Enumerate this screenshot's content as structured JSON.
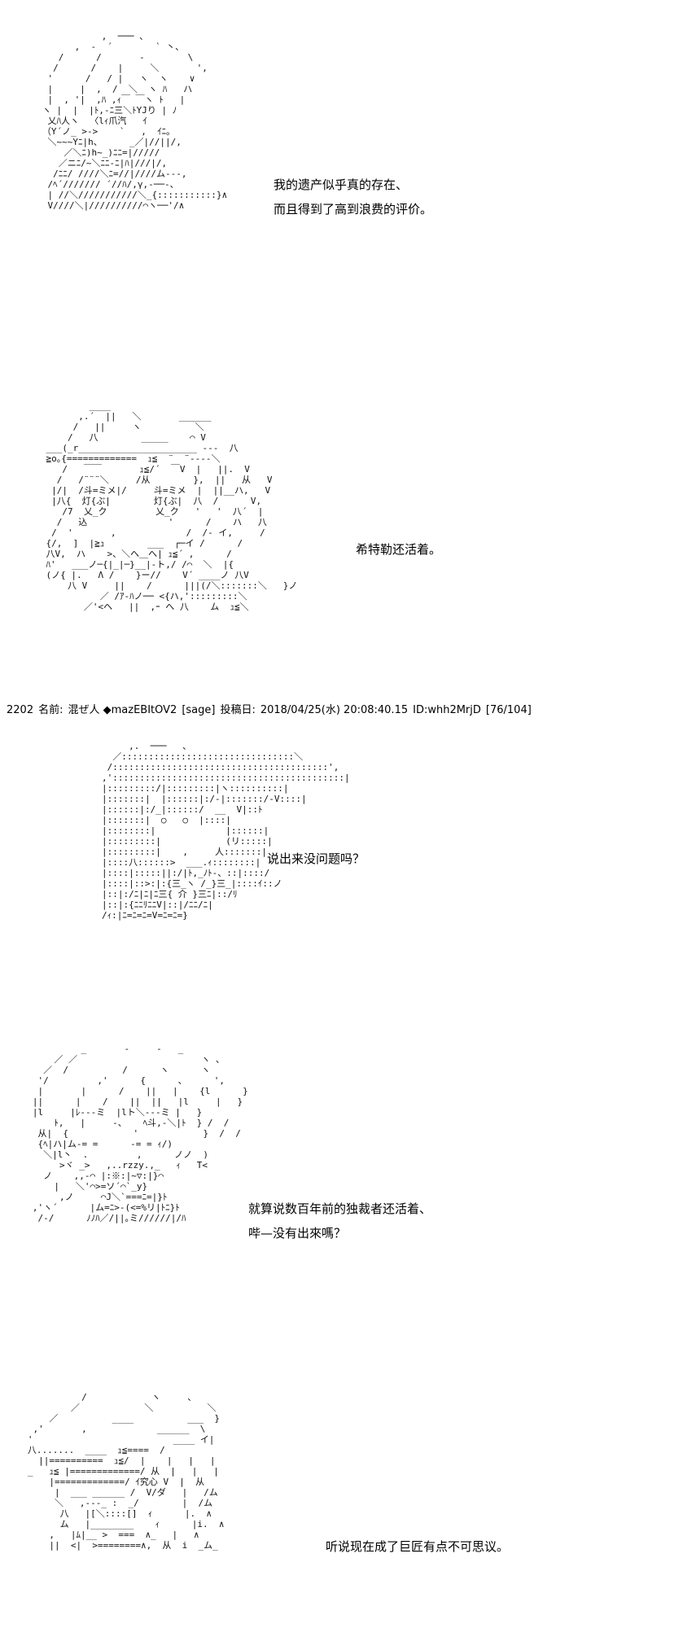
{
  "panels": [
    {
      "art": "              ,  ─── 、\n         ,  -  ´        ` 丶、\n      /      /       -        \\\n     /      /    |     ＼       ',\n    '      /   / |   ヽ  ヽ    ∨\n    |     |  ,  /  ＼  ヽ ﾊ   ハ\n    |  , '|  ,ﾊ ,ｨ￣ ￣ヽ ﾄ   |\n   ヽ |  |  |ﾄ,-ﾆ三＼ﾄYJり | ﾉ\n    乂ﾊ人ヽ  〈lｨ爪汽   ｲ\n   （Y´ノ_ >->    `   ,  ｲﾆ｡\n    ＼~~~Yﾆ|h、     _／|//||/,\n       ／＼ﾆ)h~_)ﾆﾆ=|/////\n      ／ニﾆ/~＼ﾆﾆ-ﾆ|ﾊ|///|/,\n     /ﾆﾆ/ ////＼ﾆ=//|////ム---,\n    /ﾍ´/////// ´//ﾊ/,γ,-──-、\n    | //＼///////////＼_{:::::::::::}∧\n    V////＼|//////////⌒ヽ──'/∧",
      "lines": [
        "我的遗产似乎真的存在、",
        "而且得到了高到浪费的评价。"
      ]
    },
    {
      "art": "            ____\n          ,.´  ||   ＼       ______\n         /   ||     ヽ          ＼\n        /   八        _____    ⌒ V\n    ___(_r______________________ ---  八\n    ≧o｡{=============  ｭ≦  ¨  ¨----＼\n       /   ￣￣       ｭ≦/´  ￣V  |   ||.  V\n      /   /¨¨¨＼     /从        },  ||   从   V\n     |/|  /斗=ミメ|/     斗=ミメ  |  ||__ハ,   V\n     |八{  灯{ぶ|        灯{ぶ|  八  /      V,\n       /7  乂_ク         乂_ク   '   '  八´  |\n      /   込               '      /    ハ   八\n     /  '       ,             /  /- イ,     /\n    {/,  ]  |≧ｭ        ___  ┌─イ /      /\n    八V,  ハ    >、＼へ＿へ| ｭ≦´ ,      /\n    ﾊ'   ___ノ─{|_|─}__|-ト,/ /⌒  ＼  |{\n    (ノ{ |.   Λ /    }ー//    V´ ____ノ 八V\n        八 V     ||    /      |||(/＼:::::::＼   }ノ\n              ／ /ｱ-ﾊノ── <{ハ,':::::::::＼\n           ／'<ヘ   ||  ,ｰ へ 八    ム  ｭ≦＼",
      "lines": [
        "希特勒还活着。"
      ]
    },
    {
      "art": "             ,.  ───   ､\n          ／::::::::::::::::::::::::::::::::＼\n         /::::::::::::::::::::::::::::::::::::::::',\n        ,':::::::::::::::::::::::::::::::::::::::::::|\n        |:::::::::/|:::::::::|ヽ::::::::::|\n        |:::::::|  |::::::|:/-|:::::::/-V::::|\n        |::::::|:/_|::::::/  __  V|::ﾄ\n        |:::::::|  ○   ○  |::::|\n        |::::::::|             |::::::|\n        |:::::::::|            (リ:::::|\n        |:::::::::|    ,     人:::::::|\n        |::::八::::::>  ___.ｨ::::::::|\n        |::::|:::::||:/|ﾄ,_ﾉﾄ-、::|::::/\n        |::::|::>:|:{三_ヽ /_}三_|::::ｲ::ノ\n        |::|:/ﾆ|ﾆ|ﾆ三{ 介 }三ﾆ|::/ﾘ\n        |::|:{ﾆﾆﾘﾆﾆV|::|/ﾆﾆ/ﾆ|\n        /ｨ:|ﾆ=ﾆ=ﾆ=V=ﾆ=ﾆ=}",
      "lines": [
        "说出来没问题吗？"
      ]
    },
    {
      "art": "            _       -     -   _\n       ／ ／                       ヽ 、\n     ／  /          /      ヽ      ヽ\n    '/         ,'      {      、     ',\n    |       |      /    ||   |    {l      }\n   ||      |    /    ||  ||   |l     |   }\n   |l     |ﾚ---ミ  |lト＼---ミ |   }\n       ﾄ,   |     -、   ﾍ斗,-＼|ﾄ  } /  /\n    从|  {            '            }  /  /\n    {ﾍ|ハ|ム-= =      -= = ｨ/)\n     ＼|l丶  .         ,      ノノ  )\n        >ヾ _>   ,..rzzy.,_   ｨ   T<\n     ノ    ,,-⌒ |:※:|~▽:|}⌒\n       |   ＼'⌒>=ソ´⌒`_y}\n        ,ノ     ⌒J＼`===ﾆ=|}ﾄ\n   ,'ヽ´      |ム=ﾆ>-(<=%リ|ﾄﾆ}ﾄ\n    /-/      ﾉﾉﾊ／/||｡ミ//////|/ﾊ",
      "lines": [
        "就算说数百年前的独裁者还活着、",
        "哔—没有出來嗎？"
      ]
    },
    {
      "art": "             /            ヽ     、\n           ／            ＼          ＼\n       ／          ____          ___  }\n    ,'       ,             ______  \\\n   '                          ____ イ|\n   八.......  ____  ｭ≦====  /\n     ||==========  ｭ≦/  |    |   |   |\n   _   ｭ≦ |=============/ 从  |   |   |\n       |=============/ ｲ究心 V  |  从\n        |  ___ ______ /  V/ダ   |   /ム\n        ＼   ,---_ :  _/        |  /ム\n         八   |[＼::::[]  ｨ      |.  ∧\n         ム   |________    ｨ      |i.  ∧\n       ,   |ﾑ|__ >  ===  ∧_   |   ∧\n       ||  <|  >========∧,  从  i  _ム_",
      "lines": [
        "听说现在成了巨匠有点不可思议。"
      ]
    }
  ],
  "post_header": {
    "number": "2202",
    "name_label": "名前:",
    "name": "混ぜ人 ◆mazEBItOV2",
    "mail": "[sage]",
    "date_label": "投稿日:",
    "date": "2018/04/25(水) 20:08:40.15",
    "id": "ID:whh2MrjD",
    "count": "[76/104]"
  }
}
